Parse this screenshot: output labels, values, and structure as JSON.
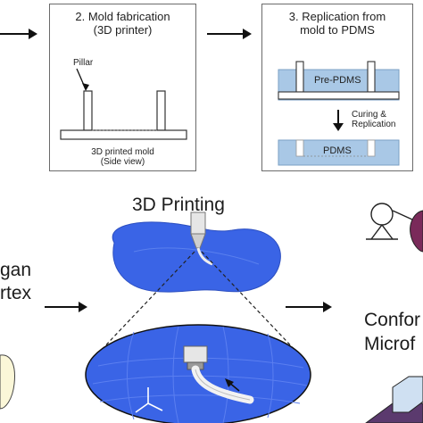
{
  "steps": {
    "mold": {
      "title_line1": "2. Mold fabrication",
      "title_line2": "(3D printer)",
      "pillar_label": "Pillar",
      "caption_line1": "3D printed mold",
      "caption_line2": "(Side view)"
    },
    "replication": {
      "title_line1": "3. Replication from",
      "title_line2": "mold to PDMS",
      "pre_pdms_label": "Pre-PDMS",
      "curing_line1": "Curing &",
      "curing_line2": "Replication",
      "pdms_label": "PDMS"
    }
  },
  "bottom": {
    "printing_title": "3D Printing",
    "left_text_line1": "gan",
    "left_text_line2": "rtex",
    "right_text_line1": "Confor",
    "right_text_line2": "Microf"
  },
  "colors": {
    "pdms_blue": "#a9c8e6",
    "organ_blue": "#3a64e6",
    "box_border": "#6b6b6b"
  }
}
